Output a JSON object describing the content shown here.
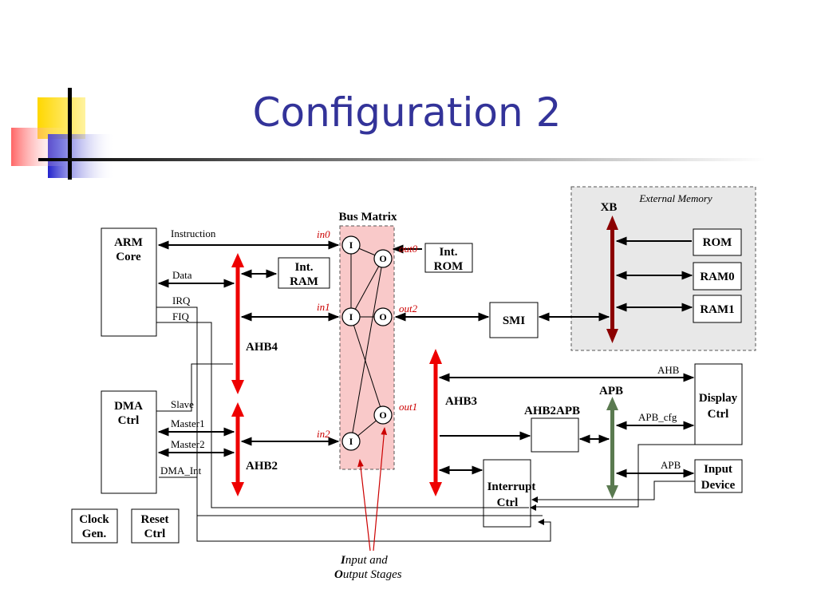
{
  "title": "Configuration 2",
  "labels": {
    "bus_matrix": "Bus Matrix",
    "external_memory": "External Memory",
    "xb": "XB",
    "arm_core_1": "ARM",
    "arm_core_2": "Core",
    "dma_1": "DMA",
    "dma_2": "Ctrl",
    "clock_1": "Clock",
    "clock_2": "Gen.",
    "reset_1": "Reset",
    "reset_2": "Ctrl",
    "int_ram_1": "Int.",
    "int_ram_2": "RAM",
    "int_rom_1": "Int.",
    "int_rom_2": "ROM",
    "smi": "SMI",
    "rom": "ROM",
    "ram0": "RAM0",
    "ram1": "RAM1",
    "display_1": "Display",
    "display_2": "Ctrl",
    "input_1": "Input",
    "input_2": "Device",
    "interrupt_1": "Interrupt",
    "interrupt_2": "Ctrl",
    "ahb4": "AHB4",
    "ahb3": "AHB3",
    "ahb2": "AHB2",
    "apb": "APB",
    "ahb2apb": "AHB2APB",
    "instruction": "Instruction",
    "data": "Data",
    "irq": "IRQ",
    "fiq": "FIQ",
    "slave": "Slave",
    "master1": "Master1",
    "master2": "Master2",
    "dma_int": "DMA_Int",
    "in0": "in0",
    "in1": "in1",
    "in2": "in2",
    "out0": "out0",
    "out1": "out1",
    "out2": "out2",
    "stage_i": "I",
    "stage_o": "O",
    "ahb_link": "AHB",
    "apb_cfg": "APB_cfg",
    "apb_link": "APB",
    "note_1_initial": "I",
    "note_1_rest": "nput and",
    "note_2_initial": "O",
    "note_2_rest": "utput Stages"
  },
  "colors": {
    "title": "#333399",
    "ahb_bus": "#ee0000",
    "xb_bus": "#8b0000",
    "apb_bus": "#5a7a50",
    "bus_matrix_fill": "#f9c9c9",
    "external_memory_fill": "#e8e8e8",
    "port_label": "#cc0000"
  }
}
